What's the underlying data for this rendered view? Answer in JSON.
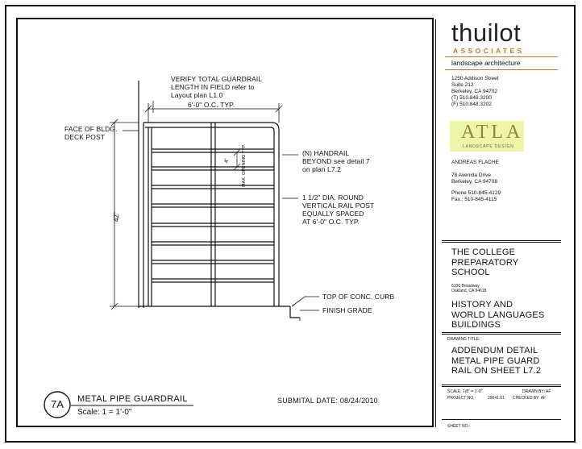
{
  "firm": {
    "name": "thuilot",
    "sub": "ASSOCIATES",
    "discipline": "landscape architecture",
    "address": [
      "1250 Addison Street",
      "Suite 212",
      "Berkeley, CA 94702",
      "(T) 510.848.3200",
      "(F) 510.848.3202"
    ],
    "accent": "#c47a2c"
  },
  "consultant": {
    "logo_text": "ATLA",
    "logo_sub": "LANDSCAPE DESIGN",
    "logo_bg": "#eef5a8",
    "contact": "ANDREAS FLACHE",
    "address": [
      "78 Avenida Drive",
      "Berkeley, CA 94708"
    ],
    "phone": [
      "Phone 510-845-4129",
      "Fax.: 510-845-4115"
    ]
  },
  "client": {
    "name": [
      "THE COLLEGE",
      "PREPARATORY",
      "SCHOOL"
    ],
    "address": [
      "6100 Broadway",
      "Oakland, CA 94618"
    ]
  },
  "project": {
    "name": [
      "HISTORY AND",
      "WORLD LANGUAGES",
      "BUILDINGS"
    ]
  },
  "drawing": {
    "title_label": "DRAWING TITLE:",
    "title": [
      "ADDENDUM DETAIL",
      "METAL PIPE GUARD",
      "RAIL ON SHEET L7.2"
    ],
    "scale_label": "SCALE: 1/8\" = 1'-0\"",
    "project_no_label": "PROJECT NO.:",
    "project_no": "29041.01",
    "drawn_by": "DRAWN BY:  AF",
    "checked_by": "CHECKED BY: AF",
    "sheet_no_label": "SHEET NO.:"
  },
  "detail": {
    "id": "7A",
    "title": "METAL PIPE GUARDRAIL",
    "scale": "Scale: 1 = 1'-0\"",
    "submittal": "SUBMITAL DATE: 08/24/2010"
  },
  "annotations": {
    "verify": [
      "VERIFY TOTAL GUARDRAIL",
      "LENGTH IN FIELD refer to",
      "Layout plan L1.0"
    ],
    "spacing": "6'-0\" O.C. TYP.",
    "face": [
      "FACE OF BLDG.",
      "DECK POST"
    ],
    "handrail": [
      "(N) HANDRAIL",
      "BEYOND see detail 7",
      "on plan L7.2"
    ],
    "post": [
      "1 1/2\" DIA. ROUND",
      "VERTICAL RAIL POST",
      "EQUALLY SPACED",
      "AT 6'-0\" O.C. TYP."
    ],
    "curb": "TOP OF CONC. CURB",
    "grade": "FINISH GRADE",
    "height": "42\"",
    "gap": "4\"",
    "max_opening": "MAX. OPENING TYP."
  }
}
